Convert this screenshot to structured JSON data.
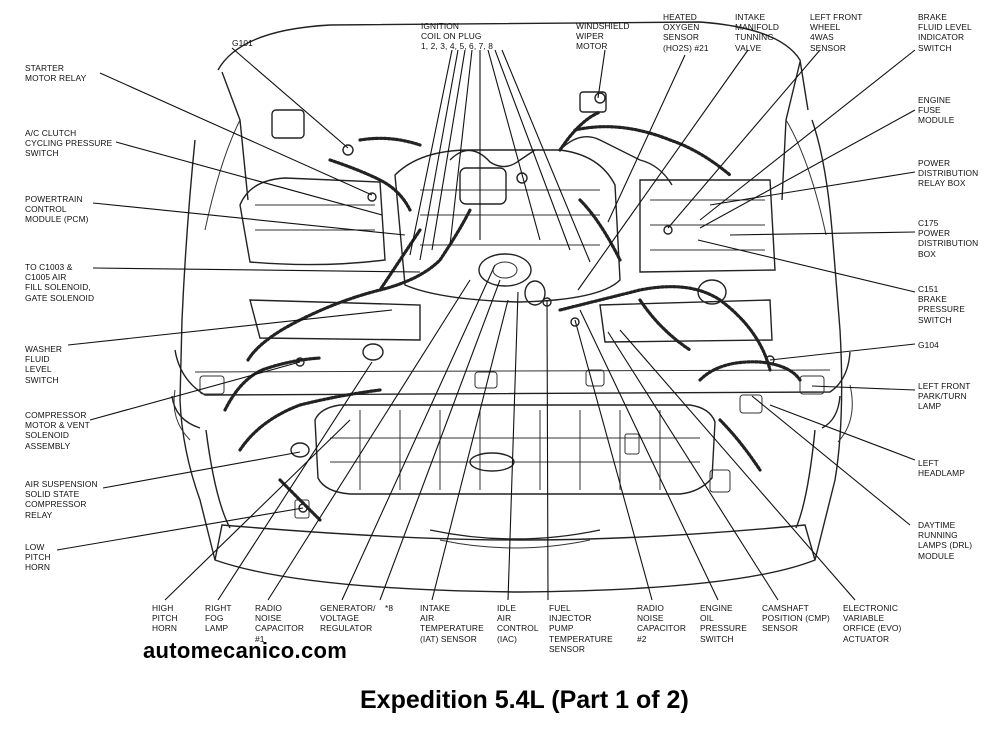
{
  "diagram": {
    "watermark": "automecanico.com",
    "title": "Expedition 5.4L (Part 1 of 2)",
    "labels": {
      "g101": "G101",
      "starter_motor_relay": "STARTER\nMOTOR RELAY",
      "ac_clutch": "A/C CLUTCH\nCYCLING PRESSURE\nSWITCH",
      "pcm": "POWERTRAIN\nCONTROL\nMODULE (PCM)",
      "c1003": "TO C1003 &\nC1005 AIR\nFILL SOLENOID,\nGATE SOLENOID",
      "washer_fluid": "WASHER\nFLUID\nLEVEL\nSWITCH",
      "compressor_motor": "COMPRESSOR\nMOTOR & VENT\nSOLENOID\nASSEMBLY",
      "air_suspension": "AIR SUSPENSION\nSOLID STATE\nCOMPRESSOR\nRELAY",
      "low_pitch_horn": "LOW\nPITCH\nHORN",
      "ignition_coil": "IGNITION\nCOIL ON PLUG\n1, 2, 3, 4, 5, 6, 7, 8",
      "windshield_wiper": "WINDSHIELD\nWIPER\nMOTOR",
      "heated_oxygen": "HEATED\nOXYGEN\nSENSOR\n(HO2S) #21",
      "intake_manifold": "INTAKE\nMANIFOLD\nTUNNING\nVALVE",
      "left_front_wheel": "LEFT FRONT\nWHEEL\n4WAS\nSENSOR",
      "brake_fluid": "BRAKE\nFLUID LEVEL\nINDICATOR\nSWITCH",
      "engine_fuse": "ENGINE\nFUSE\nMODULE",
      "power_relay_box": "POWER\nDISTRIBUTION\nRELAY BOX",
      "c175": "C175\nPOWER\nDISTRIBUTION\nBOX",
      "c151": "C151\nBRAKE\nPRESSURE\nSWITCH",
      "g104": "G104",
      "left_front_park": "LEFT FRONT\nPARK/TURN\nLAMP",
      "left_headlamp": "LEFT\nHEADLAMP",
      "drl": "DAYTIME\nRUNNING\nLAMPS (DRL)\nMODULE",
      "high_pitch_horn": "HIGH\nPITCH\nHORN",
      "right_fog": "RIGHT\nFOG\nLAMP",
      "radio_cap1": "RADIO\nNOISE\nCAPACITOR\n#1",
      "generator": "GENERATOR/\nVOLTAGE\nREGULATOR",
      "star8": "*8",
      "iat": "INTAKE\nAIR\nTEMPERATURE\n(IAT) SENSOR",
      "iac": "IDLE\nAIR\nCONTROL\n(IAC)",
      "fuel_injector": "FUEL\nINJECTOR\nPUMP\nTEMPERATURE\nSENSOR",
      "radio_cap2": "RADIO\nNOISE\nCAPACITOR\n#2",
      "engine_oil": "ENGINE\nOIL\nPRESSURE\nSWITCH",
      "cmp": "CAMSHAFT\nPOSITION (CMP)\nSENSOR",
      "evo": "ELECTRONIC\nVARIABLE\nORFICE (EVO)\nACTUATOR"
    }
  }
}
